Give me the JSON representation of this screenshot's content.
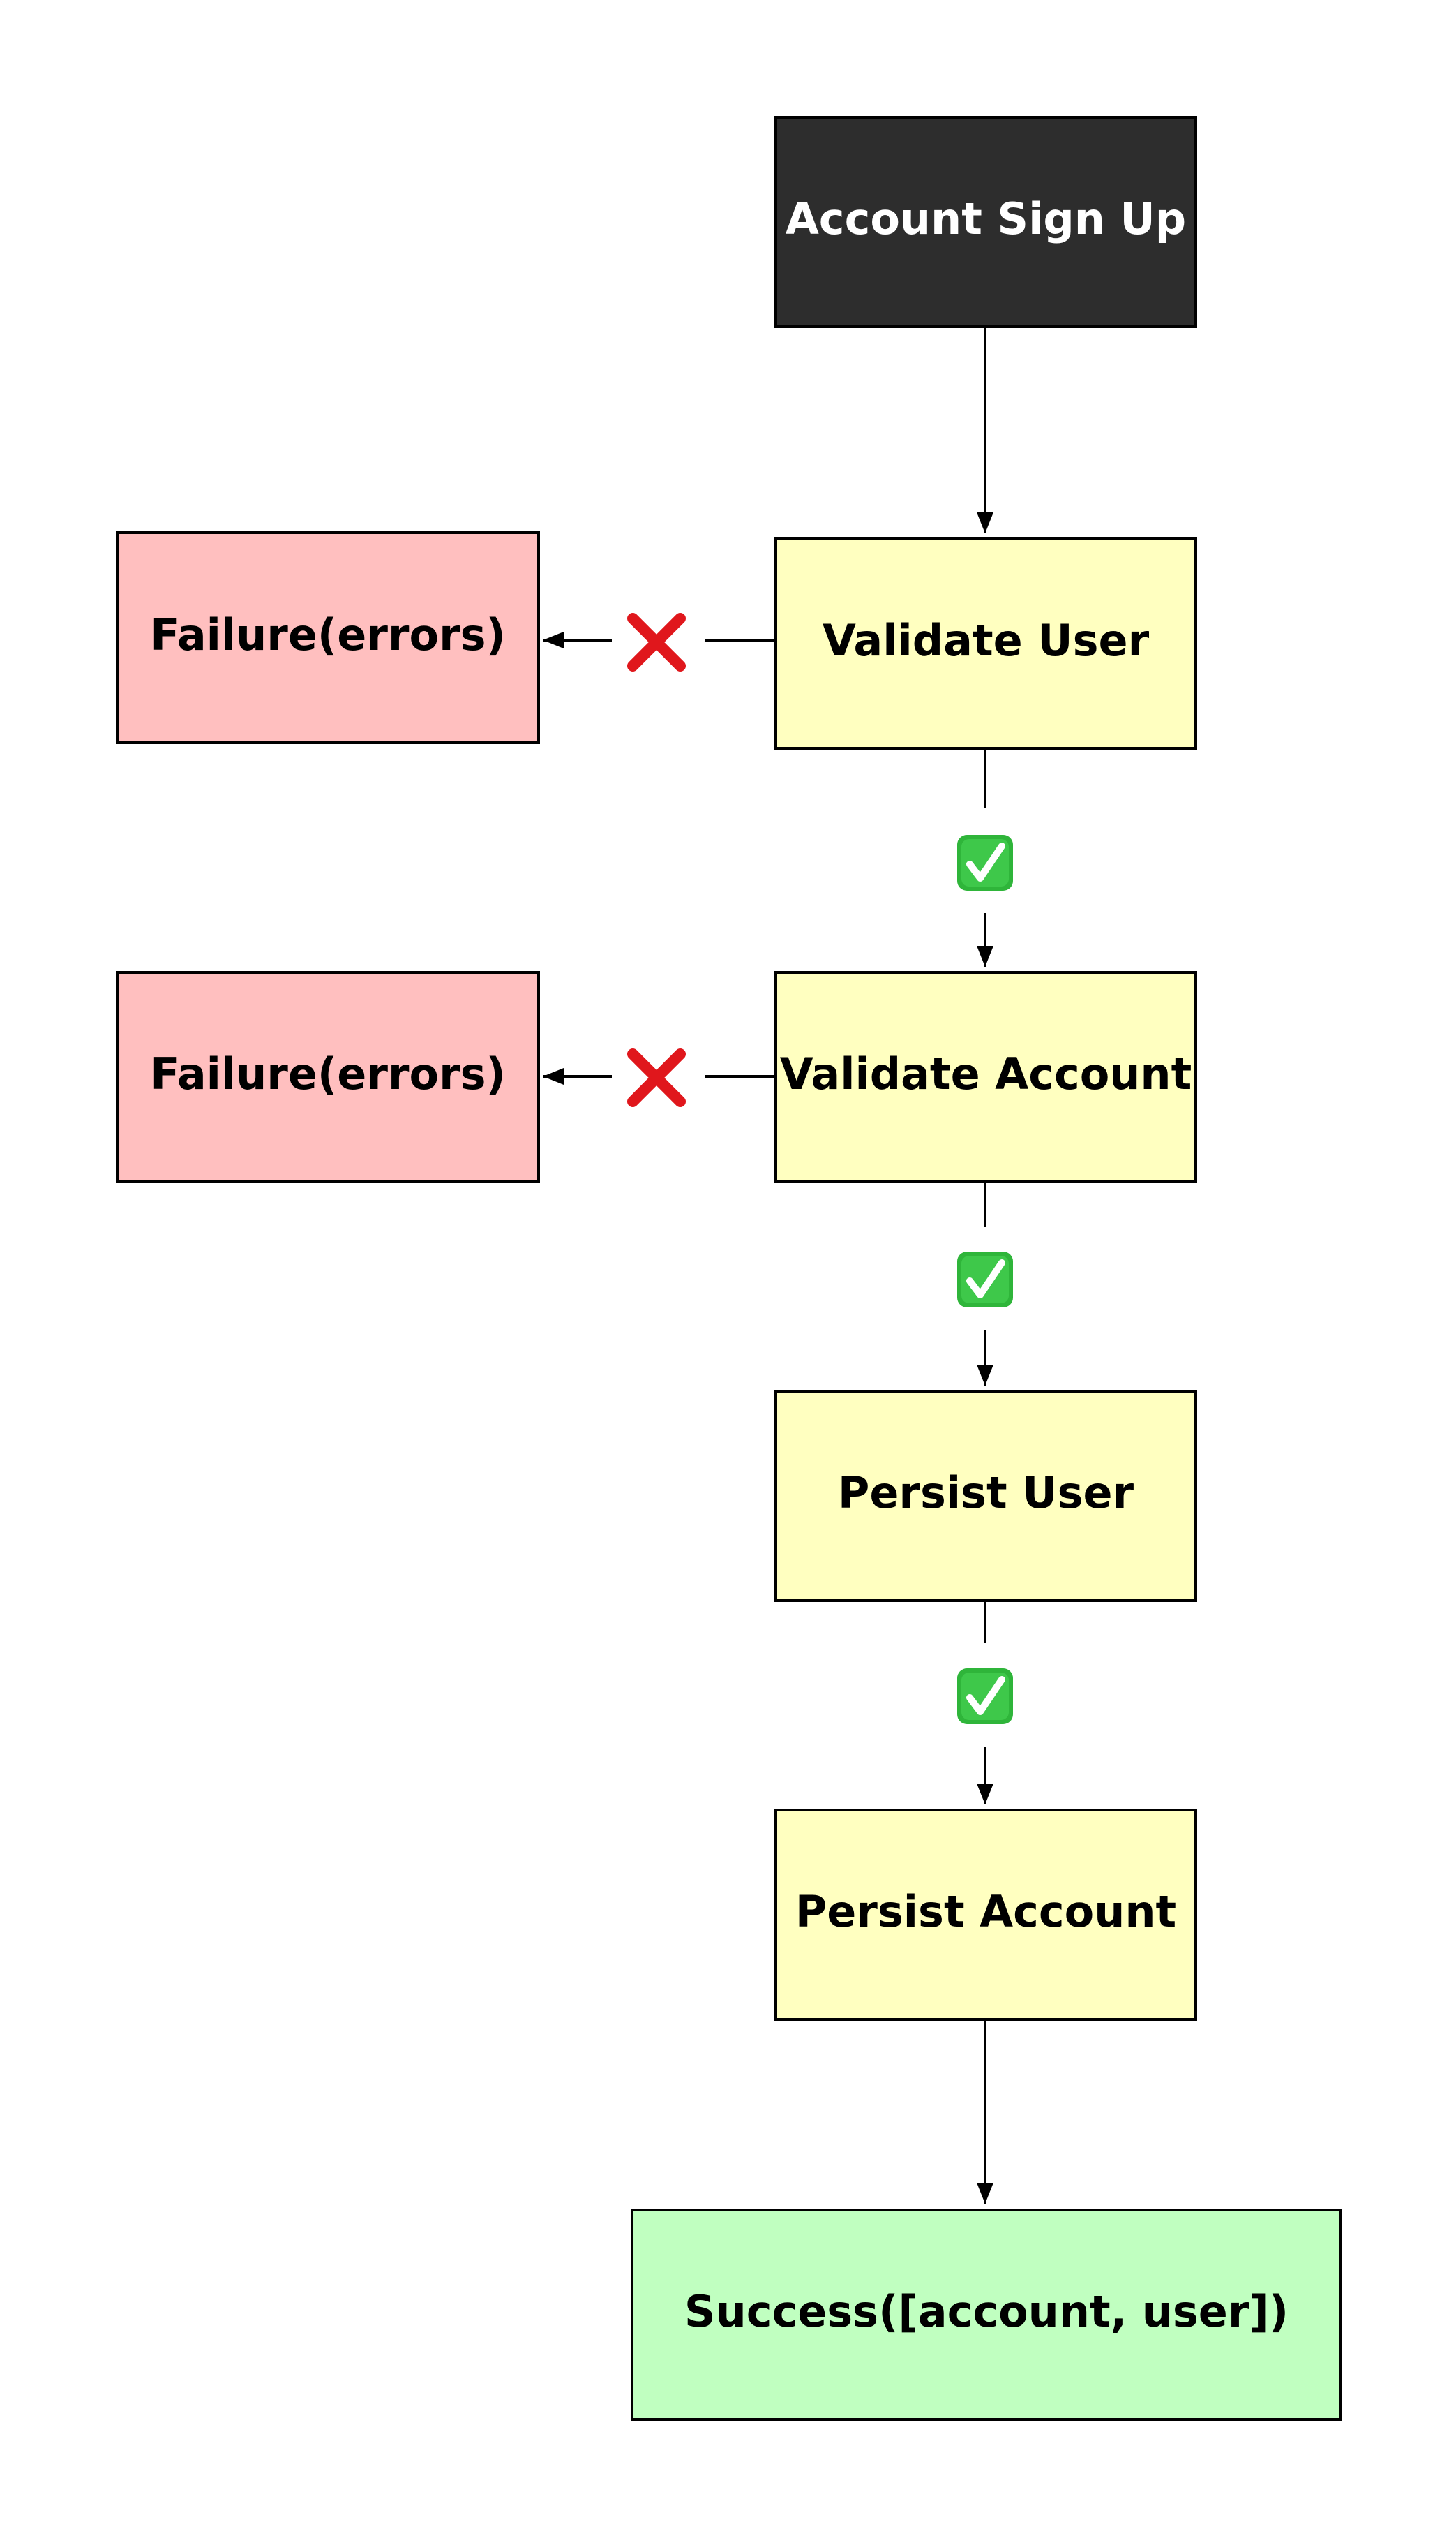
{
  "colors": {
    "start": "#2d2d2d",
    "start_text": "#ffffff",
    "process": "#ffffc0",
    "failure": "#ffbfbf",
    "success": "#c0ffc0",
    "text": "#000000",
    "stroke": "#000000",
    "check_bg": "#2fb53a",
    "cross": "#e0171c"
  },
  "nodes": {
    "start": "Account Sign Up",
    "validate_user": "Validate User",
    "validate_account": "Validate Account",
    "persist_user": "Persist User",
    "persist_account": "Persist Account",
    "success": "Success([account, user])",
    "failure_1": "Failure(errors)",
    "failure_2": "Failure(errors)"
  },
  "icons": {
    "pass": "check-mark-icon",
    "fail": "cross-mark-icon"
  }
}
